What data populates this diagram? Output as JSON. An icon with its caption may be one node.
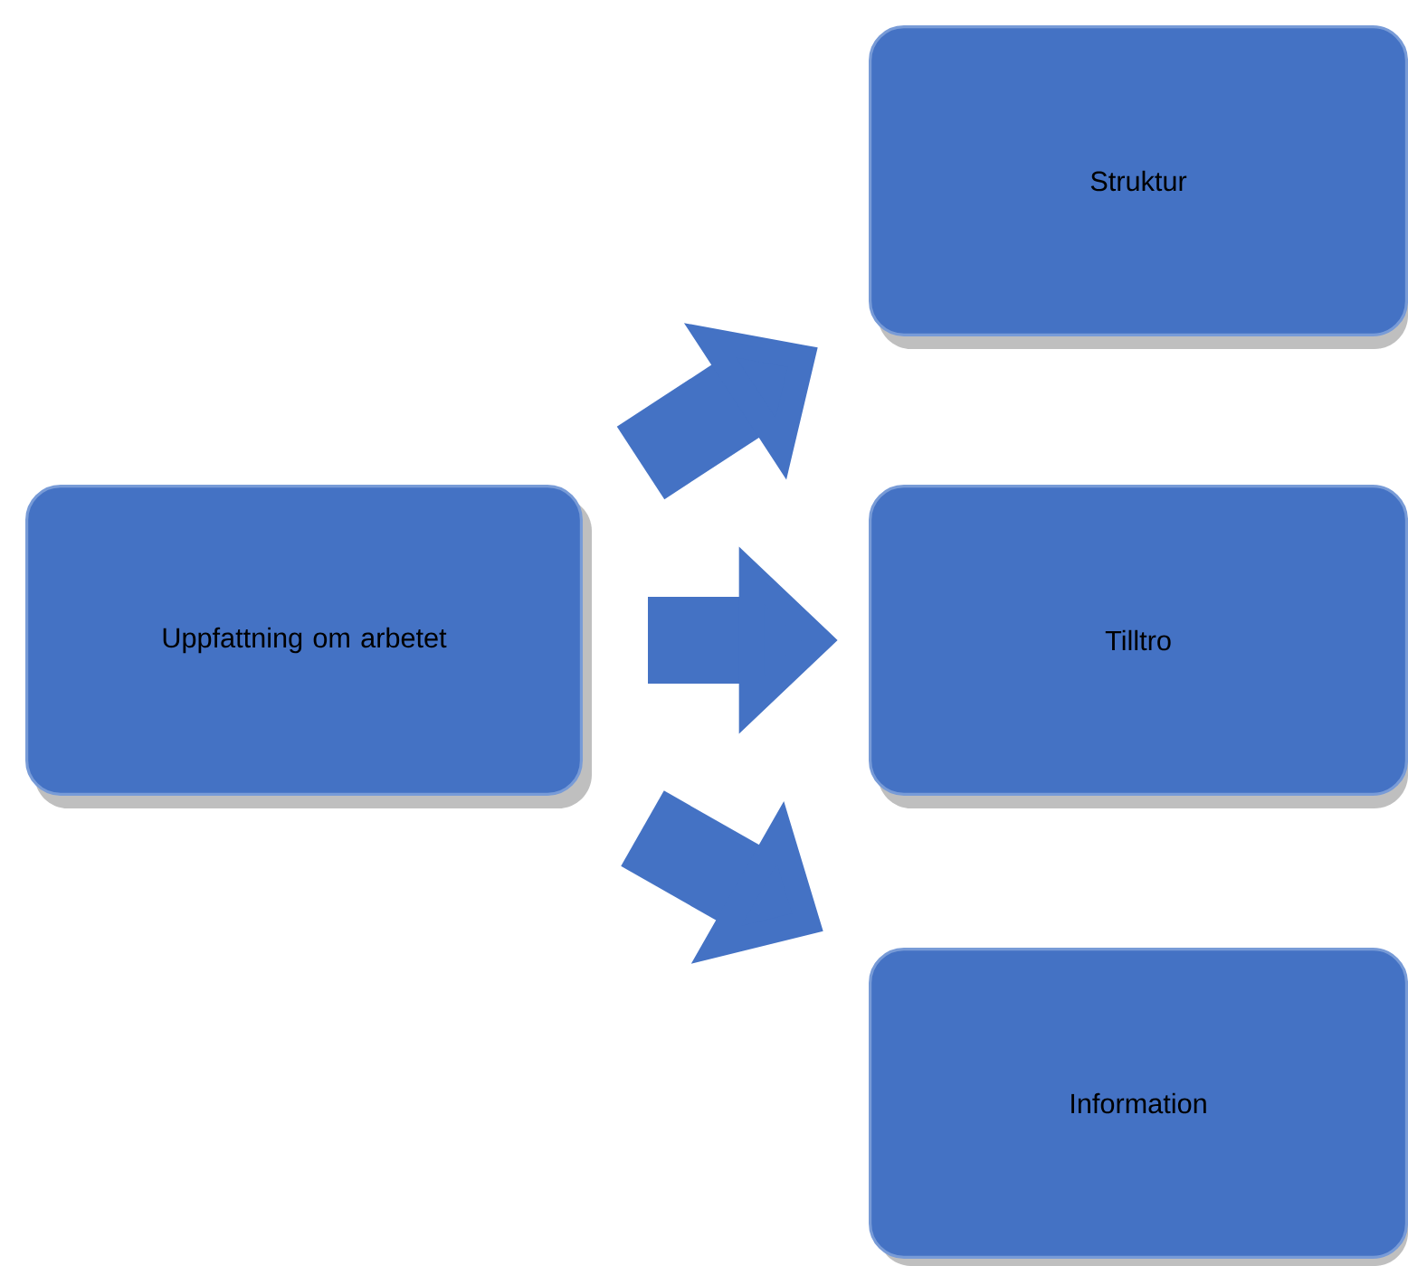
{
  "diagram": {
    "nodes": [
      {
        "text": [
          "Uppfattning om arbetet"
        ]
      },
      {
        "text": [
          "Struktur"
        ]
      },
      {
        "text": [
          "Tilltro"
        ]
      },
      {
        "text": [
          "Information"
        ]
      }
    ],
    "edges": [
      {
        "from": 0,
        "to": 1,
        "arrow": "to"
      },
      {
        "from": 0,
        "to": 2,
        "arrow": "to"
      },
      {
        "from": 0,
        "to": 3,
        "arrow": "to"
      }
    ]
  }
}
